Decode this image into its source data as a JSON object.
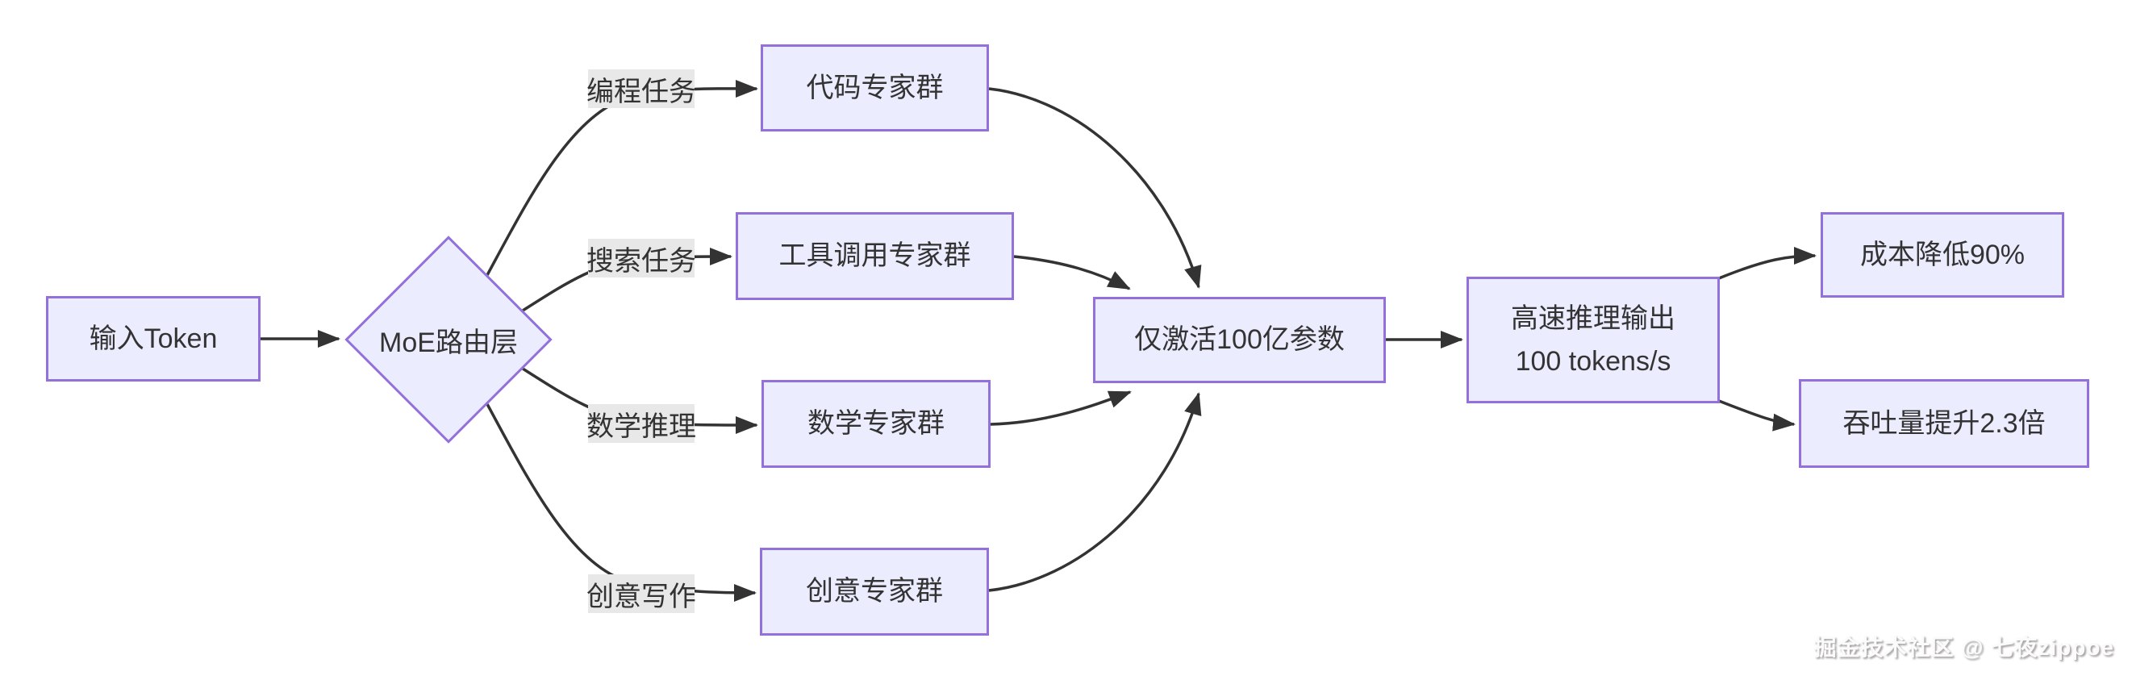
{
  "diagram": {
    "type": "flowchart",
    "direction": "left-to-right",
    "colors": {
      "background": "#ffffff",
      "node_fill": "#ECECFF",
      "node_border": "#9370DB",
      "edge_line": "#333333",
      "edge_label_bg": "#e8e8e8",
      "text": "#333333"
    },
    "nodes": [
      {
        "id": "input",
        "shape": "rect",
        "label": "输入Token"
      },
      {
        "id": "router",
        "shape": "diamond",
        "label": "MoE路由层"
      },
      {
        "id": "code-experts",
        "shape": "rect",
        "label": "代码专家群"
      },
      {
        "id": "tool-experts",
        "shape": "rect",
        "label": "工具调用专家群"
      },
      {
        "id": "math-experts",
        "shape": "rect",
        "label": "数学专家群"
      },
      {
        "id": "creative-experts",
        "shape": "rect",
        "label": "创意专家群"
      },
      {
        "id": "activation",
        "shape": "rect",
        "label": "仅激活100亿参数"
      },
      {
        "id": "speed",
        "shape": "rect",
        "label": "高速推理输出 100 tokens/s",
        "lines": [
          "高速推理输出",
          "100 tokens/s"
        ]
      },
      {
        "id": "cost",
        "shape": "rect",
        "label": "成本降低90%"
      },
      {
        "id": "throughput",
        "shape": "rect",
        "label": "吞吐量提升2.3倍"
      }
    ],
    "edges": [
      {
        "from": "输入Token",
        "to": "MoE路由层",
        "label": ""
      },
      {
        "from": "MoE路由层",
        "to": "代码专家群",
        "label": "编程任务"
      },
      {
        "from": "MoE路由层",
        "to": "工具调用专家群",
        "label": "搜索任务"
      },
      {
        "from": "MoE路由层",
        "to": "数学专家群",
        "label": "数学推理"
      },
      {
        "from": "MoE路由层",
        "to": "创意专家群",
        "label": "创意写作"
      },
      {
        "from": "代码专家群",
        "to": "仅激活100亿参数",
        "label": ""
      },
      {
        "from": "工具调用专家群",
        "to": "仅激活100亿参数",
        "label": ""
      },
      {
        "from": "数学专家群",
        "to": "仅激活100亿参数",
        "label": ""
      },
      {
        "from": "创意专家群",
        "to": "仅激活100亿参数",
        "label": ""
      },
      {
        "from": "仅激活100亿参数",
        "to": "高速推理输出 100 tokens/s",
        "label": ""
      },
      {
        "from": "高速推理输出 100 tokens/s",
        "to": "成本降低90%",
        "label": ""
      },
      {
        "from": "高速推理输出 100 tokens/s",
        "to": "吞吐量提升2.3倍",
        "label": ""
      }
    ],
    "watermark": "掘金技术社区 @ 七夜zippoe"
  }
}
